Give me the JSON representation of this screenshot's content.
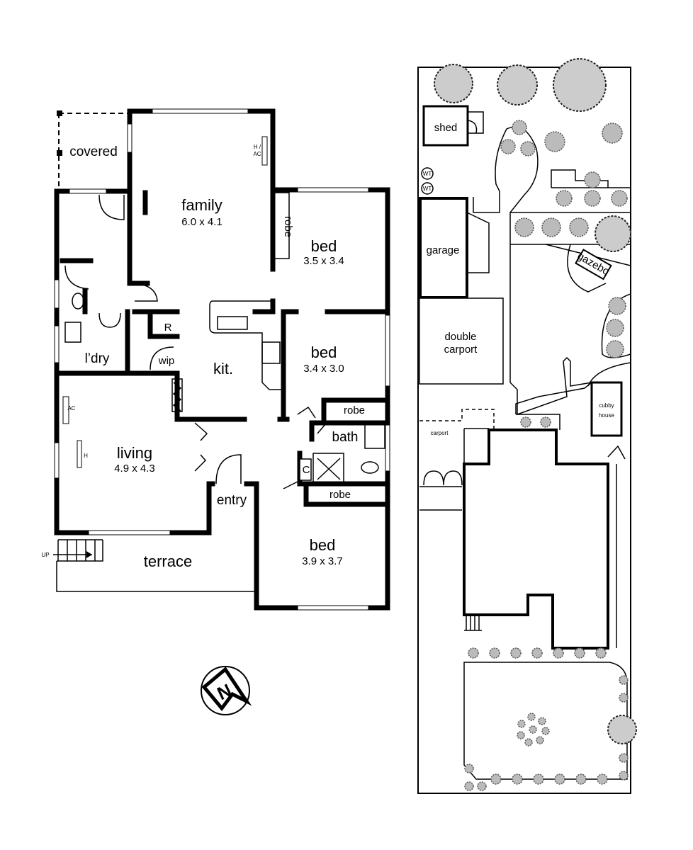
{
  "floor_plan": {
    "rooms": {
      "covered": "covered",
      "family": {
        "name": "family",
        "size": "6.0 x 4.1"
      },
      "bed1": {
        "name": "bed",
        "size": "3.5 x 3.4"
      },
      "robe1": "robe",
      "bed2": {
        "name": "bed",
        "size": "3.4 x 3.0"
      },
      "robe2": "robe",
      "bath": "bath",
      "cupboard": "C",
      "robe3": "robe",
      "bed3": {
        "name": "bed",
        "size": "3.9 x 3.7"
      },
      "kitchen": "kit.",
      "wip": "wip",
      "fridge": "R",
      "laundry": "l’dry",
      "living": {
        "name": "living",
        "size": "4.9 x 4.3"
      },
      "entry": "entry",
      "terrace": "terrace"
    },
    "annotations": {
      "up": "UP",
      "hac_top": "H /",
      "hac_bottom": "AC",
      "ac": "AC",
      "heater": "H"
    },
    "compass": "N"
  },
  "site_plan": {
    "shed": "shed",
    "water_tank": "WT",
    "garage": "garage",
    "double_carport_1": "double",
    "double_carport_2": "carport",
    "carport": "carport",
    "gazebo": "gazebo",
    "cubby_1": "cubby",
    "cubby_2": "house"
  }
}
